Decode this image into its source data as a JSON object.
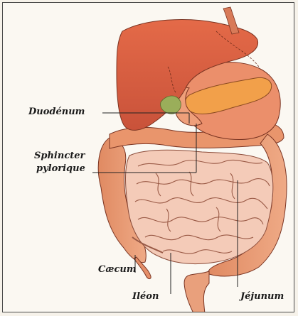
{
  "labels": {
    "duodenum": "Duodénum",
    "sphincter_line1": "Sphincter",
    "sphincter_line2": "pylorique",
    "caecum": "Cæcum",
    "ileon": "Iléon",
    "jejunum": "Jéjunum"
  },
  "colors": {
    "liver": "#d8603f",
    "stomach": "#e98b69",
    "pancreas": "#f2a04a",
    "gallbladder": "#9aae5a",
    "colon": "#e89a72",
    "small_intestine": "#f3c8b4",
    "outline": "#7a3422",
    "leader": "#222222"
  }
}
